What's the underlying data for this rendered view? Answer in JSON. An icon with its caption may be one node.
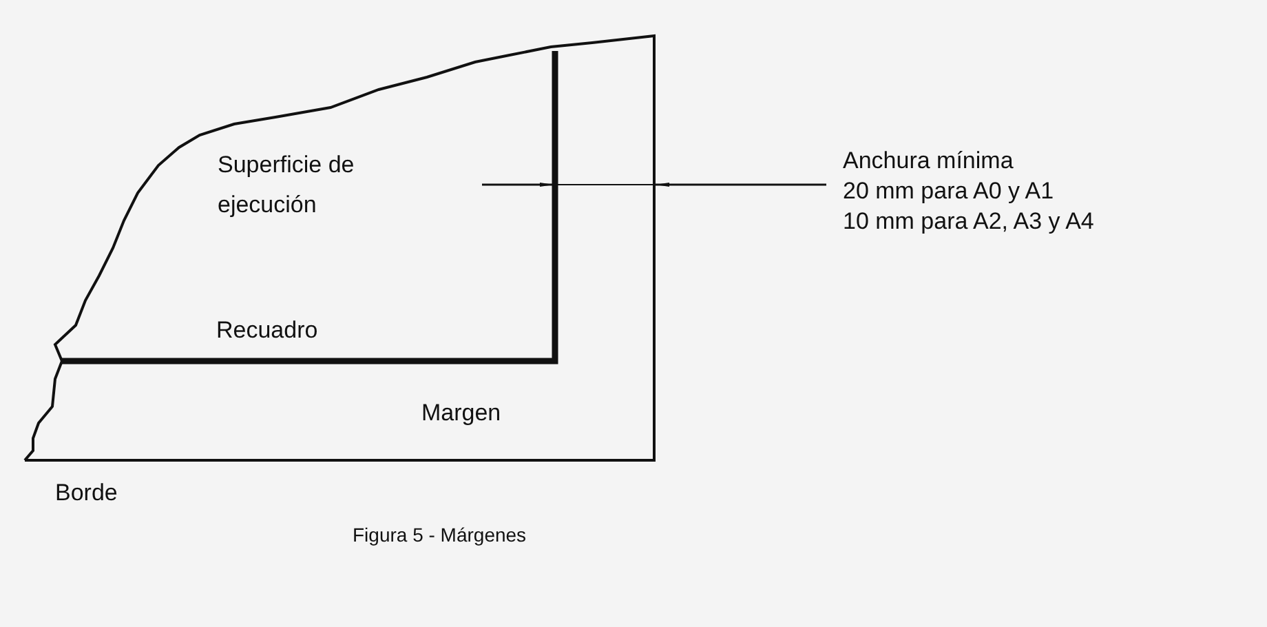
{
  "diagram": {
    "caption": "Figura 5 - Márgenes",
    "labels": [
      "Superficie de ejecución",
      "Recuadro",
      "Margen",
      "Borde",
      "Anchura mínima",
      "20 mm para A0 y A1",
      "10 mm para A2, A3 y A4"
    ]
  }
}
